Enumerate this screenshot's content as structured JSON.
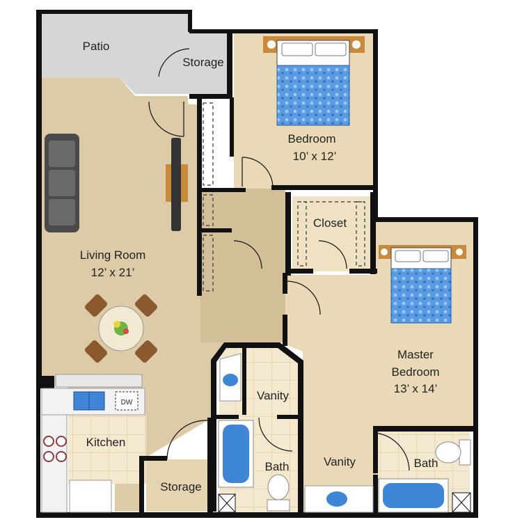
{
  "floor_plan": {
    "colors": {
      "carpet": "#ead9b6",
      "living_floor": "#ddcaa6",
      "tile": "#f4e9cf",
      "tile_grid": "#d8c59e",
      "patio": "#d6d6d6",
      "wall": "#111111",
      "bedspread": "#4f8fd9",
      "tub": "#3f86d6",
      "sofa": "#555555",
      "table_wood": "#8a5a2e"
    },
    "labels": {
      "patio": "Patio",
      "storage_top": "Storage",
      "bedroom": "Bedroom",
      "bedroom_size": "10’ x 12’",
      "closet": "Closet",
      "living_room": "Living Room",
      "living_room_size": "12’ x 21’",
      "master_bedroom_line1": "Master",
      "master_bedroom_line2": "Bedroom",
      "master_bedroom_size": "13’ x 14’",
      "vanity_hall": "Vanity",
      "bath_hall": "Bath",
      "kitchen": "Kitchen",
      "storage_bottom": "Storage",
      "vanity_master": "Vanity",
      "bath_master": "Bath",
      "dishwasher": "DW"
    },
    "icons": [
      "sofa-icon",
      "tv-icon",
      "dining-table-icon",
      "bed-icon",
      "sink-icon",
      "stove-icon",
      "bathtub-icon",
      "toilet-icon",
      "dishwasher-icon"
    ]
  }
}
